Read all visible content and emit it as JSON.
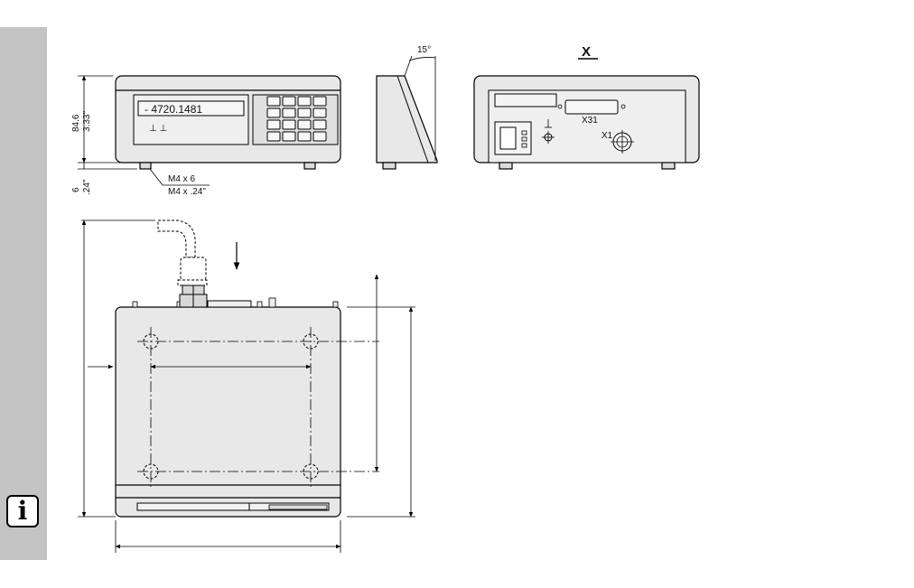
{
  "sidebar": {
    "info_icon_glyph": "i"
  },
  "labels": {
    "view_x": "X",
    "angle": "15°",
    "dim_height_mm": "84.6",
    "dim_height_in": "3.33\"",
    "dim_foot_mm": "6",
    "dim_foot_in": ".24\"",
    "screw_mm": "M4 x 6",
    "screw_in": "M4 x .24\"",
    "connector_x31": "X31",
    "connector_x1": "X1",
    "display_readout": "- 4720.1481",
    "display_indicator": "⊥ ⊥"
  },
  "colors": {
    "sidebar": "#c4c4c4",
    "body": "#e8e8e8",
    "line": "#000000"
  }
}
